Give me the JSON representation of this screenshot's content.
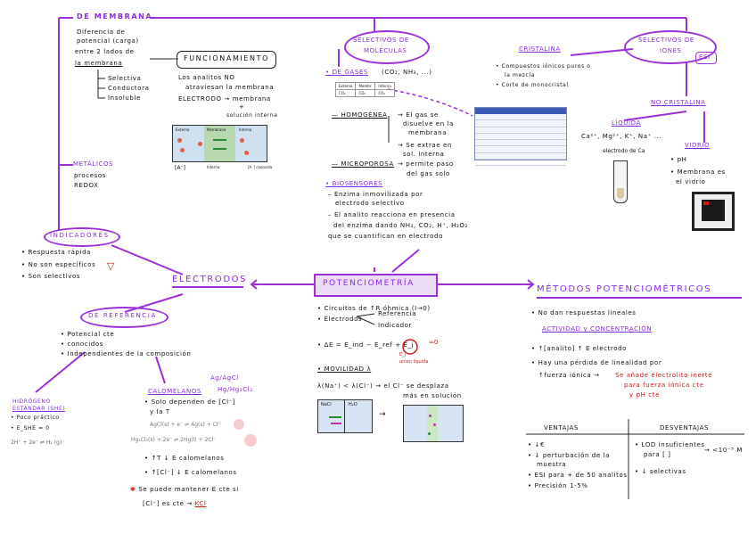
{
  "center": {
    "title": "POTENCIOMETRÍA"
  },
  "left_top": {
    "membrane_heading": "DE MEMBRANA",
    "membrane_desc_1": "Diferencia de",
    "membrane_desc_2": "potencial (carga)",
    "membrane_desc_3": "entre 2 lados de",
    "membrane_desc_4": "la membrana",
    "props": [
      "Selectiva",
      "Conductora",
      "Insoluble"
    ],
    "funcionamiento": "FUNCIONAMIENTO",
    "func_1": "Los analitos NO",
    "func_2": "atraviesan la membrana",
    "func_3": "ELECTRODO → membrana",
    "func_4": "+",
    "func_5": "solución interna",
    "diagram_labels": [
      "Externa",
      "Membrana",
      "Interna"
    ],
    "diagram_captions": [
      "[A⁻]",
      "Interna",
      "[A⁻] conocida"
    ],
    "metalicos_1": "METÁLICOS",
    "metalicos_2": "procesos",
    "metalicos_3": "REDOX"
  },
  "indicadores": {
    "title": "INDICADORES",
    "items": [
      "Respuesta rápida",
      "No son específicos",
      "Son selectivos"
    ]
  },
  "electrodos": {
    "title": "ELECTRODOS"
  },
  "referencia": {
    "title": "DE REFERENCIA",
    "items": [
      "Potencial cte",
      "conocidos",
      "Independientes de la composición"
    ]
  },
  "hidrogeno": {
    "title_1": "HIDRÓGENO",
    "title_2": "ESTÁNDAR (SHE)",
    "l1": "Poco práctico",
    "l2": "E_SHE = 0",
    "l3": "2H⁺ + 2e⁻ ⇌ H₂ (g)"
  },
  "calomelanos": {
    "title": "CALOMELANOS",
    "agcl": "Ag/AgCl",
    "hg": "Hg/Hg₂Cl₂",
    "l1": "Solo dependen de [Cl⁻]",
    "l2": "y la T",
    "eq1": "AgCl(s) + e⁻ ⇌ Ag(s) + Cl⁻",
    "eq2": "Hg₂Cl₂(s) + 2e⁻ ⇌ 2Hg(l) + 2Cl⁻",
    "l3": "↑T ↓ E calomelanos",
    "l4": "↑[Cl⁻] ↓ E calomelanos",
    "l5": "Se puede mantener E cte si",
    "l6": "[Cl⁻] es cte →",
    "l6b": "KCl"
  },
  "potencio": {
    "l1": "Circuitos de ↑R óhmica (I→0)",
    "l2": "Electrodos",
    "l2a": "Referencia",
    "l2b": "Indicador",
    "l3": "ΔE = E_ind − E_ref + E_j",
    "ej": "E_j",
    "unin": "unión líquida",
    "ej_zero": "≈0",
    "l4": "MOVILIDAD λ",
    "l5": "λ(Na⁺) < λ(Cl⁻) → el Cl⁻ se desplaza",
    "l6": "más en solución",
    "cell_a": "NaCl",
    "cell_b": "H₂O"
  },
  "selectivos_mol": {
    "title_1": "SELECTIVOS DE",
    "title_2": "MOLÉCULAS",
    "gases": "DE GASES",
    "gases_eg": "(CO₂, NH₃, ...)",
    "table": [
      [
        "Externa",
        "Membr.",
        "Interna"
      ],
      [
        "CO₂",
        "CO₂",
        "CO₂"
      ]
    ],
    "homogenea": "HOMOGÉNEA",
    "h1": "El gas se",
    "h2": "disuelve en la",
    "h3": "membrana",
    "h4": "Se extrae en",
    "h5": "sol. interna",
    "microporosa": "MICROPOROSA",
    "m1": "permite paso",
    "m2": "del gas solo",
    "biosensores": "BIOSENSORES",
    "b1": "Enzima inmovilizada por",
    "b2": "electrodo selectivo",
    "b3": "El analito reacciona en presencia",
    "b4": "del enzima dando NH₃, CO₂, H⁺, H₂O₂",
    "b5": "que se cuantifican en electrodo"
  },
  "selectivos_ion": {
    "title_1": "SELECTIVOS DE",
    "title_2": "IONES",
    "esi": "ESI",
    "cristalina": "CRISTALINA",
    "c1": "Compuestos iónicos puros o",
    "c2": "la mezcla",
    "c3": "Corte de monocristal",
    "no_cristalina": "NO CRISTALINA",
    "liquida": "LÍQUIDA",
    "liq_ions": "Ca²⁺, Mg²⁺, K⁺, Na⁺ ...",
    "liq_cap": "electrodo de Ca",
    "vidrio": "VIDRIO",
    "v1": "pH",
    "v2": "Membrana es",
    "v3": "el vidrio"
  },
  "metodos": {
    "title": "MÉTODOS POTENCIOMÉTRICOS",
    "l1": "No dan respuestas lineales",
    "sub": "ACTIVIDAD y CONCENTRACIÓN",
    "l2": "↑[analito] ↑ E electrodo",
    "l3": "Hay una pérdida de linealidad por",
    "l4": "↑fuerza iónica →",
    "red_1": "Se añade electrolito inerte",
    "red_2": "para fuerza iónica cte",
    "red_3": "y pH cte",
    "ventajas": "VENTAJAS",
    "desventajas": "DESVENTAJAS",
    "v_items": [
      "↓€",
      "↓ perturbación de la",
      "muestra",
      "ESI para + de 50 analitos",
      "Precisión 1-5%"
    ],
    "d_items": [
      "LOD insuficientes",
      "para [ ]",
      "→ <10⁻⁵ M",
      "↓ selectivas"
    ]
  }
}
